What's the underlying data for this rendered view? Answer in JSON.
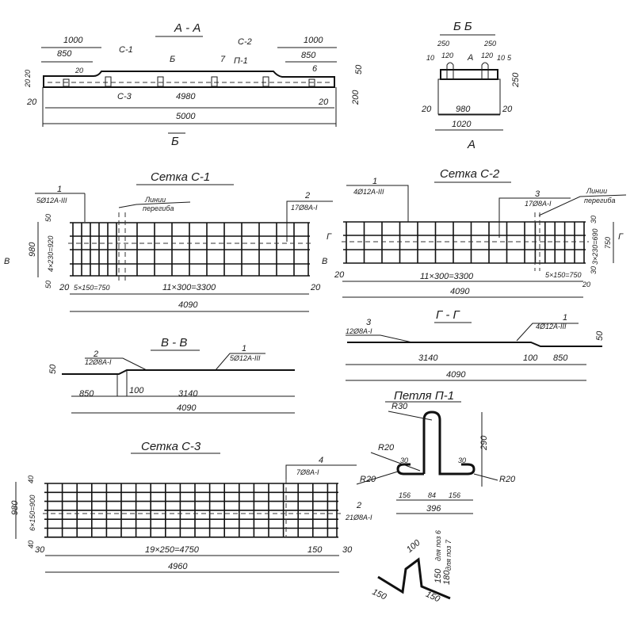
{
  "section_aa": {
    "title": "А - А",
    "dim_1000_left": "1000",
    "dim_850_left": "850",
    "dim_1000_right": "1000",
    "dim_850_right": "850",
    "label_c1": "С-1",
    "label_c2": "С-2",
    "label_c3": "С-3",
    "label_7": "7",
    "label_p1": "П-1",
    "label_6": "6",
    "label_20r": "20",
    "cut_b_top": "Б",
    "cut_b_bottom": "Б",
    "dim_20_a": "20",
    "dim_20_b": "20",
    "dim_20_c": "20",
    "dim_20_d": "20",
    "dim_4980": "4980",
    "dim_5000": "5000",
    "dim_50": "50",
    "dim_200": "200"
  },
  "section_bb": {
    "title": "Б  Б",
    "dim_250_l": "250",
    "dim_120_l": "120",
    "dim_250_r": "250",
    "dim_120_r": "120",
    "dim_10_l": "10",
    "dim_10_r": "10",
    "dim_5": "5",
    "dim_250_v": "250",
    "dim_20_l": "20",
    "dim_20_r": "20",
    "dim_980": "980",
    "dim_1020": "1020",
    "cut_a_top": "А",
    "cut_a_bottom": "А"
  },
  "mesh_c1": {
    "title": "Сетка С-1",
    "pos1_num": "1",
    "pos1_spec": "5Ø12А-III",
    "pos2_num": "2",
    "pos2_spec": "17Ø8А-I",
    "bend_lines_1": "Линии",
    "bend_lines_2": "перегиба",
    "cut_v_left": "В",
    "cut_v_right": "В",
    "dim_980": "980",
    "dim_4x230": "4×230=920",
    "dim_50_top": "50",
    "dim_50_bottom": "50",
    "dim_20_l": "20",
    "dim_5x150": "5×150=750",
    "dim_11x300": "11×300=3300",
    "dim_20_r": "20",
    "dim_4090": "4090"
  },
  "mesh_c2": {
    "title": "Сетка С-2",
    "pos1_num": "1",
    "pos1_spec": "4Ø12А-III",
    "pos3_num": "3",
    "pos3_spec": "17Ø8А-I",
    "bend_lines_1": "Линии",
    "bend_lines_2": "перегиба",
    "cut_g_left": "Г",
    "cut_g_right": "Г",
    "dim_30_top": "30",
    "dim_3x230": "3×230=690",
    "dim_750": "750",
    "dim_30_bottom": "30",
    "dim_20_l": "20",
    "dim_11x300": "11×300=3300",
    "dim_5x150": "5×150=750",
    "dim_20_r": "20",
    "dim_4090": "4090"
  },
  "section_gg": {
    "title": "Г - Г",
    "pos3_num": "3",
    "pos3_spec": "12Ø8А-I",
    "pos1_num": "1",
    "pos1_spec": "4Ø12А-III",
    "dim_50": "50",
    "dim_3140": "3140",
    "dim_100": "100",
    "dim_850": "850",
    "dim_4090": "4090"
  },
  "section_vv": {
    "title": "В - В",
    "pos2_num": "2",
    "pos2_spec": "12Ø8А-I",
    "pos1_num": "1",
    "pos1_spec": "5Ø12А-III",
    "dim_50": "50",
    "dim_850": "850",
    "dim_100": "100",
    "dim_3140": "3140",
    "dim_4090": "4090"
  },
  "mesh_c3": {
    "title": "Сетка  С-3",
    "pos4_num": "4",
    "pos4_spec": "7Ø8А-I",
    "pos2_num": "2",
    "pos2_spec": "21Ø8А-I",
    "dim_980": "980",
    "dim_6x150": "6×150=900",
    "dim_40_top": "40",
    "dim_40_bottom": "40",
    "dim_30_l": "30",
    "dim_19x250": "19×250=4750",
    "dim_150": "150",
    "dim_30_r": "30",
    "dim_4960": "4960"
  },
  "loop_p1": {
    "title": "Петля  П-1",
    "r30": "R30",
    "r20_a": "R20",
    "r20_b": "R20",
    "r20_c": "R20",
    "dim_30_l": "30",
    "dim_30_r": "30",
    "dim_290": "290",
    "dim_156_l": "156",
    "dim_84": "84",
    "dim_156_r": "156",
    "dim_396": "396"
  },
  "bent_bar": {
    "dim_100": "100",
    "dim_150_v": "150",
    "dim_180_v": "180",
    "dim_150_l": "150",
    "dim_150_r": "150",
    "note_pos6": "для поз 6",
    "note_pos7": "для поз 7"
  }
}
